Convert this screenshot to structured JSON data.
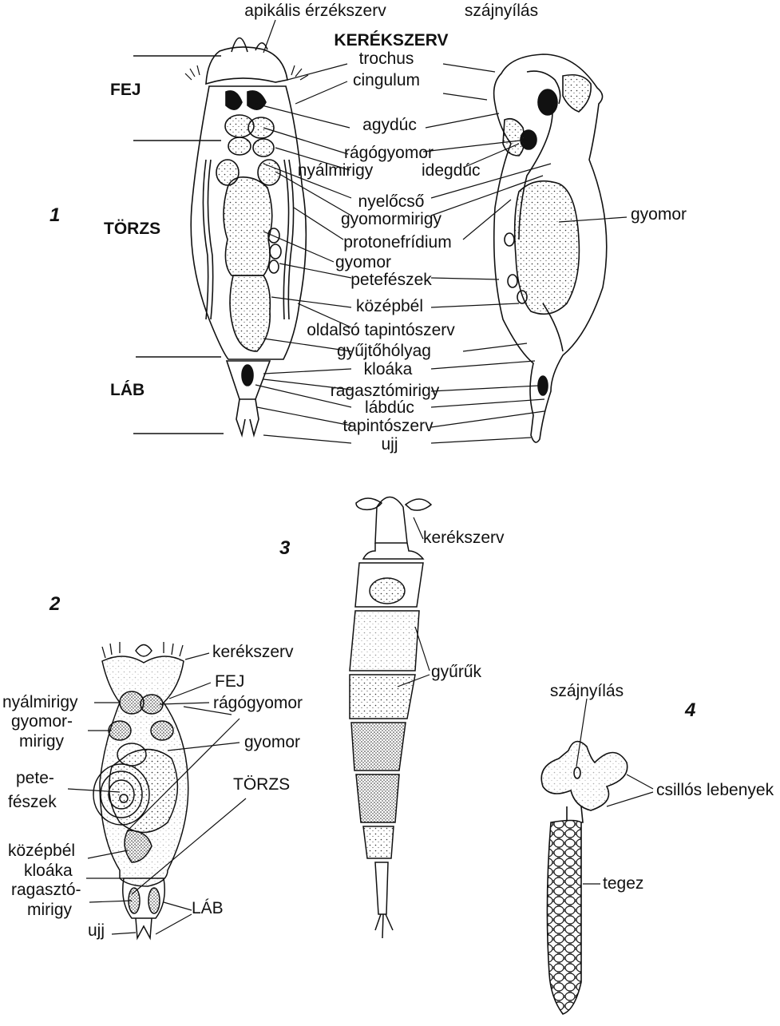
{
  "figure": {
    "panel_numbers": [
      "1",
      "2",
      "3",
      "4"
    ],
    "fig1": {
      "regions": [
        "FEJ",
        "TÖRZS",
        "LÁB"
      ],
      "title_center": "KERÉKSZERV",
      "labels_center": [
        "apikális érzékszerv",
        "trochus",
        "cingulum",
        "agydúc",
        "rágógyomor",
        "nyálmirigy",
        "nyelőcső",
        "gyomormirigy",
        "protonefrídium",
        "gyomor",
        "petefészek",
        "középbél",
        "oldalsó tapintószerv",
        "gyűjtőhólyag",
        "kloáka",
        "ragasztómirigy",
        "lábdúc",
        "tapintószerv",
        "ujj"
      ],
      "labels_right": [
        "szájnyílás",
        "idegdúc",
        "gyomor"
      ]
    },
    "fig2": {
      "labels_left": [
        "nyálmirigy",
        "gyomor-",
        "mirigy",
        "pete-",
        "fészek",
        "középbél",
        "kloáka",
        "ragasztó-",
        "mirigy",
        "ujj"
      ],
      "labels_right": [
        "kerékszerv",
        "FEJ",
        "rágógyomor",
        "gyomor",
        "TÖRZS",
        "LÁB"
      ]
    },
    "fig3": {
      "labels": [
        "kerékszerv",
        "gyűrűk"
      ]
    },
    "fig4": {
      "labels": [
        "szájnyílás",
        "csillós lebenyek",
        "tegez"
      ]
    }
  }
}
